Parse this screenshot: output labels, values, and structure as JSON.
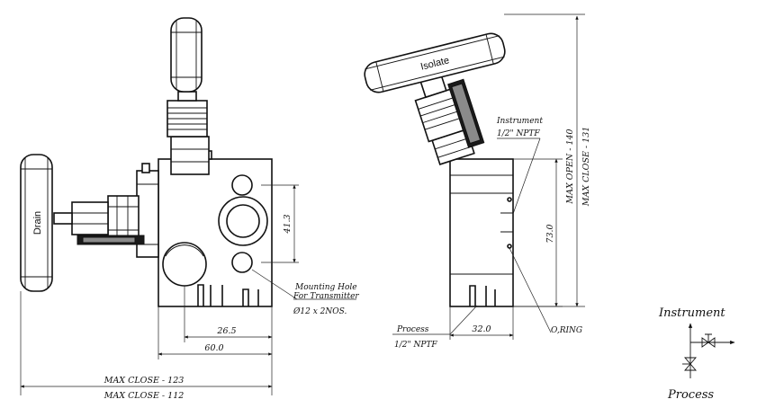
{
  "labels": {
    "handle_left": "Drain",
    "handle_right": "Isolate",
    "dim_41_3": "41.3",
    "dim_26_5": "26.5",
    "dim_60": "60.0",
    "dim_32": "32.0",
    "dim_73": "73.0",
    "max_close_123": "MAX CLOSE - 123",
    "max_close_112": "MAX CLOSE - 112",
    "max_open_140": "MAX OPEN - 140",
    "max_close_131": "MAX CLOSE - 131",
    "mounting_hole_1": "Mounting Hole",
    "mounting_hole_2": "For Transmitter",
    "mounting_hole_3": "Ø12 x 2NOS.",
    "instrument_port_1": "Instrument",
    "instrument_port_2": "1/2\" NPTF",
    "process_port_1": "Process",
    "process_port_2": "1/2\" NPTF",
    "oring": "O,RING",
    "schematic_instrument": "Instrument",
    "schematic_process": "Process"
  }
}
